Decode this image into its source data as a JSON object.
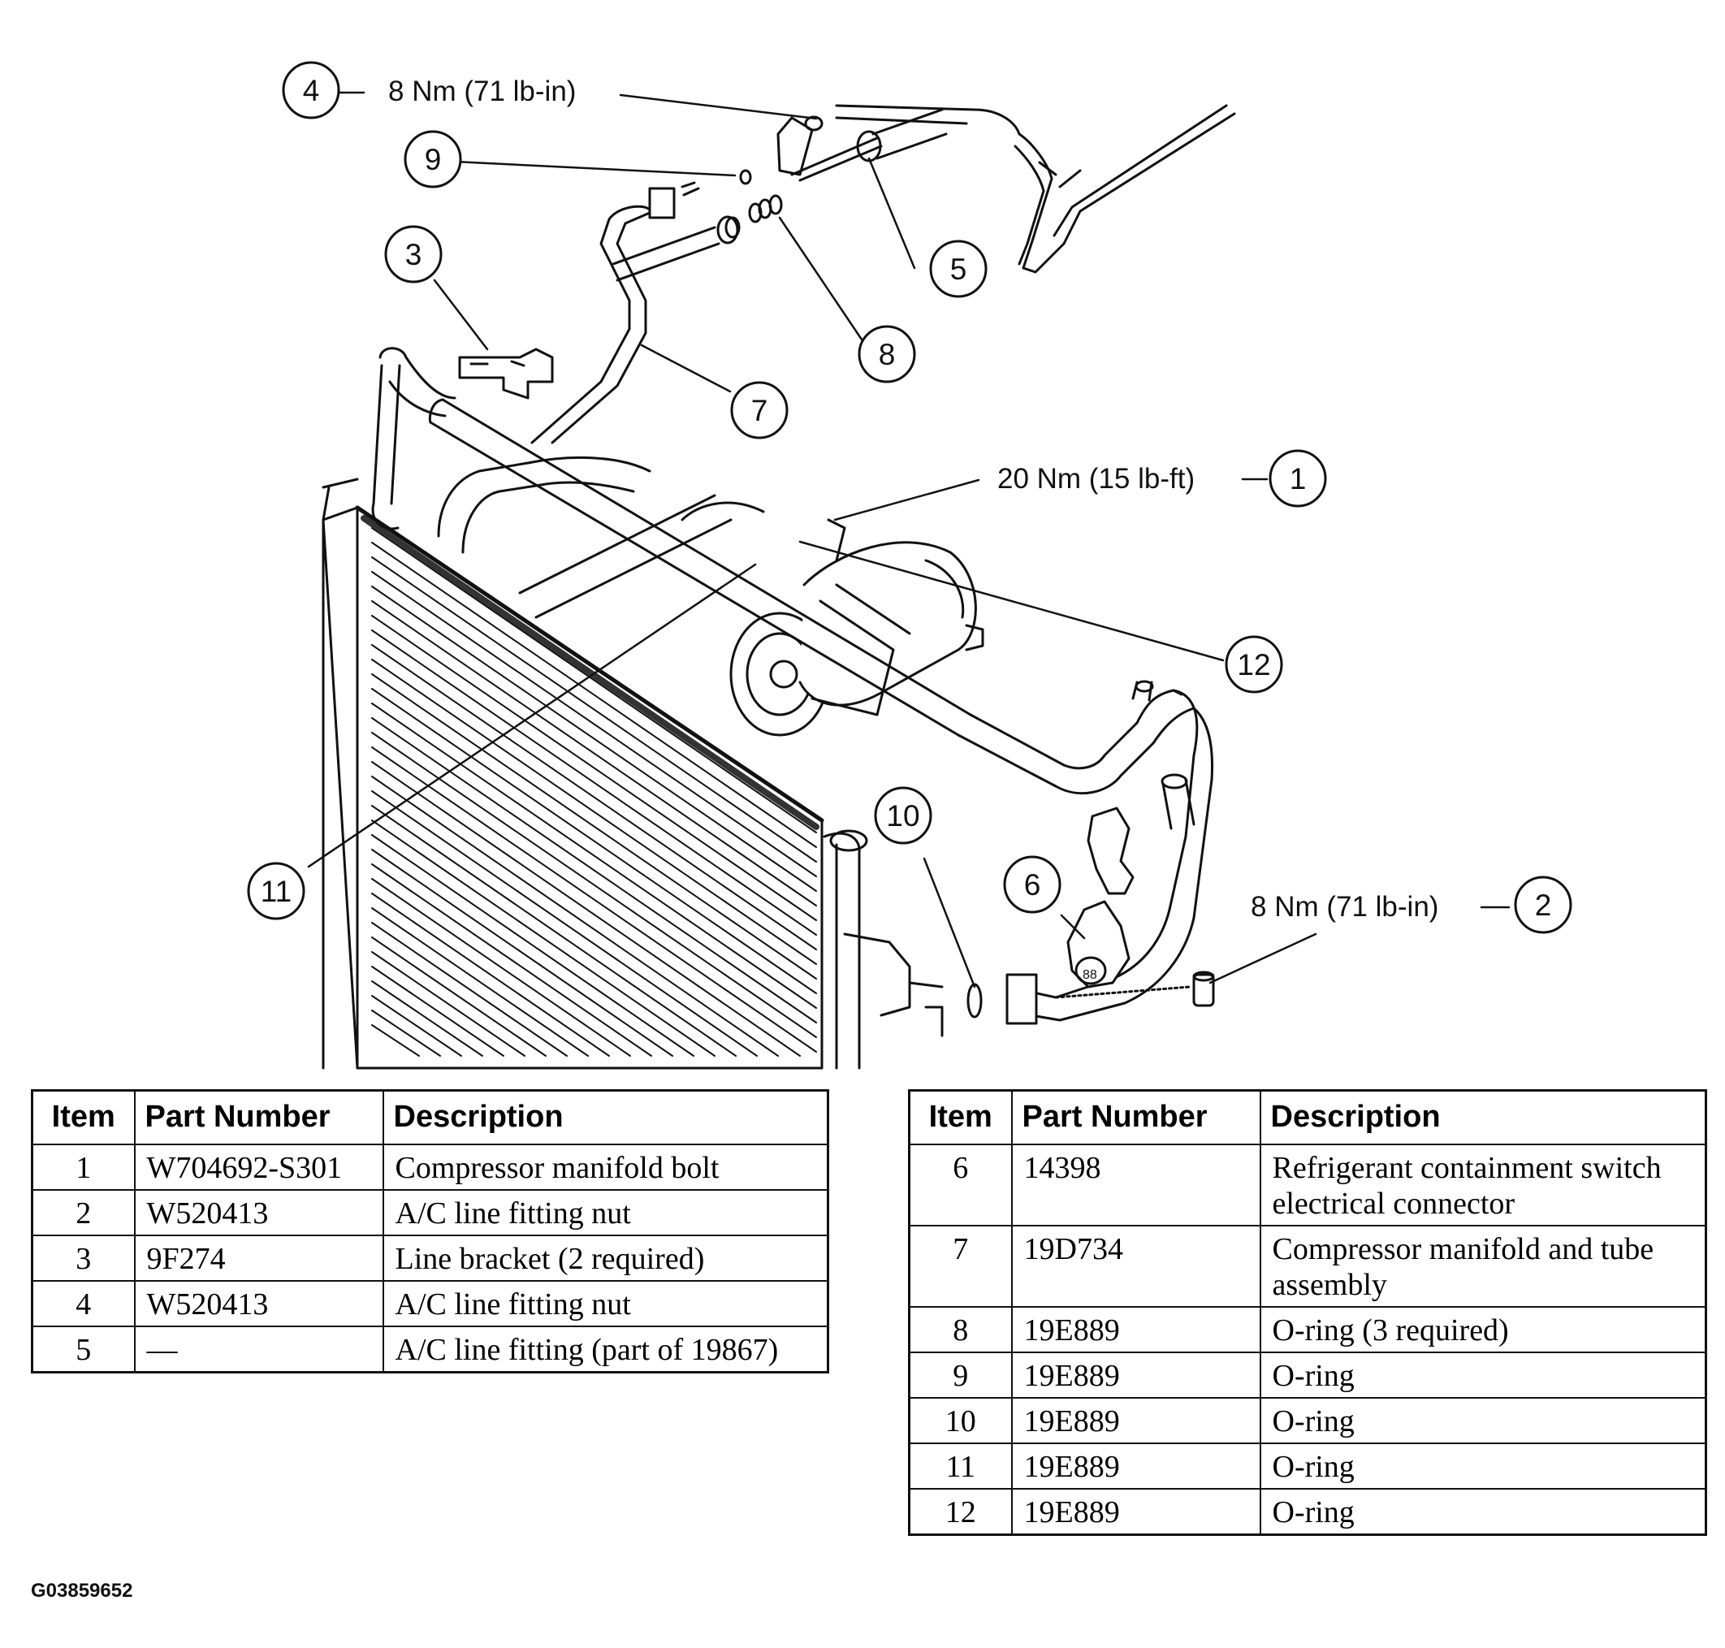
{
  "callouts": {
    "c1": "1",
    "c2": "2",
    "c3": "3",
    "c4": "4",
    "c5": "5",
    "c6": "6",
    "c7": "7",
    "c8": "8",
    "c9": "9",
    "c10": "10",
    "c11": "11",
    "c12": "12"
  },
  "torque": {
    "t1": "20 Nm (15 lb-ft)",
    "t2": "8 Nm (71 lb-in)",
    "t4": "8 Nm (71 lb-in)"
  },
  "table_headers": {
    "item": "Item",
    "part_number": "Part Number",
    "description": "Description"
  },
  "parts_left": [
    {
      "item": "1",
      "part": "W704692-S301",
      "desc": "Compressor manifold bolt"
    },
    {
      "item": "2",
      "part": "W520413",
      "desc": "A/C line fitting nut"
    },
    {
      "item": "3",
      "part": "9F274",
      "desc": "Line bracket (2 required)"
    },
    {
      "item": "4",
      "part": "W520413",
      "desc": "A/C line fitting nut"
    },
    {
      "item": "5",
      "part": "—",
      "desc": "A/C line fitting (part of 19867)"
    }
  ],
  "parts_right": [
    {
      "item": "6",
      "part": "14398",
      "desc": "Refrigerant containment switch electrical connector"
    },
    {
      "item": "7",
      "part": "19D734",
      "desc": "Compressor manifold and tube assembly"
    },
    {
      "item": "8",
      "part": "19E889",
      "desc": "O-ring (3 required)"
    },
    {
      "item": "9",
      "part": "19E889",
      "desc": "O-ring"
    },
    {
      "item": "10",
      "part": "19E889",
      "desc": "O-ring"
    },
    {
      "item": "11",
      "part": "19E889",
      "desc": "O-ring"
    },
    {
      "item": "12",
      "part": "19E889",
      "desc": "O-ring"
    }
  ],
  "figure_id": "G03859652",
  "colors": {
    "line": "#111111",
    "background": "#ffffff"
  }
}
